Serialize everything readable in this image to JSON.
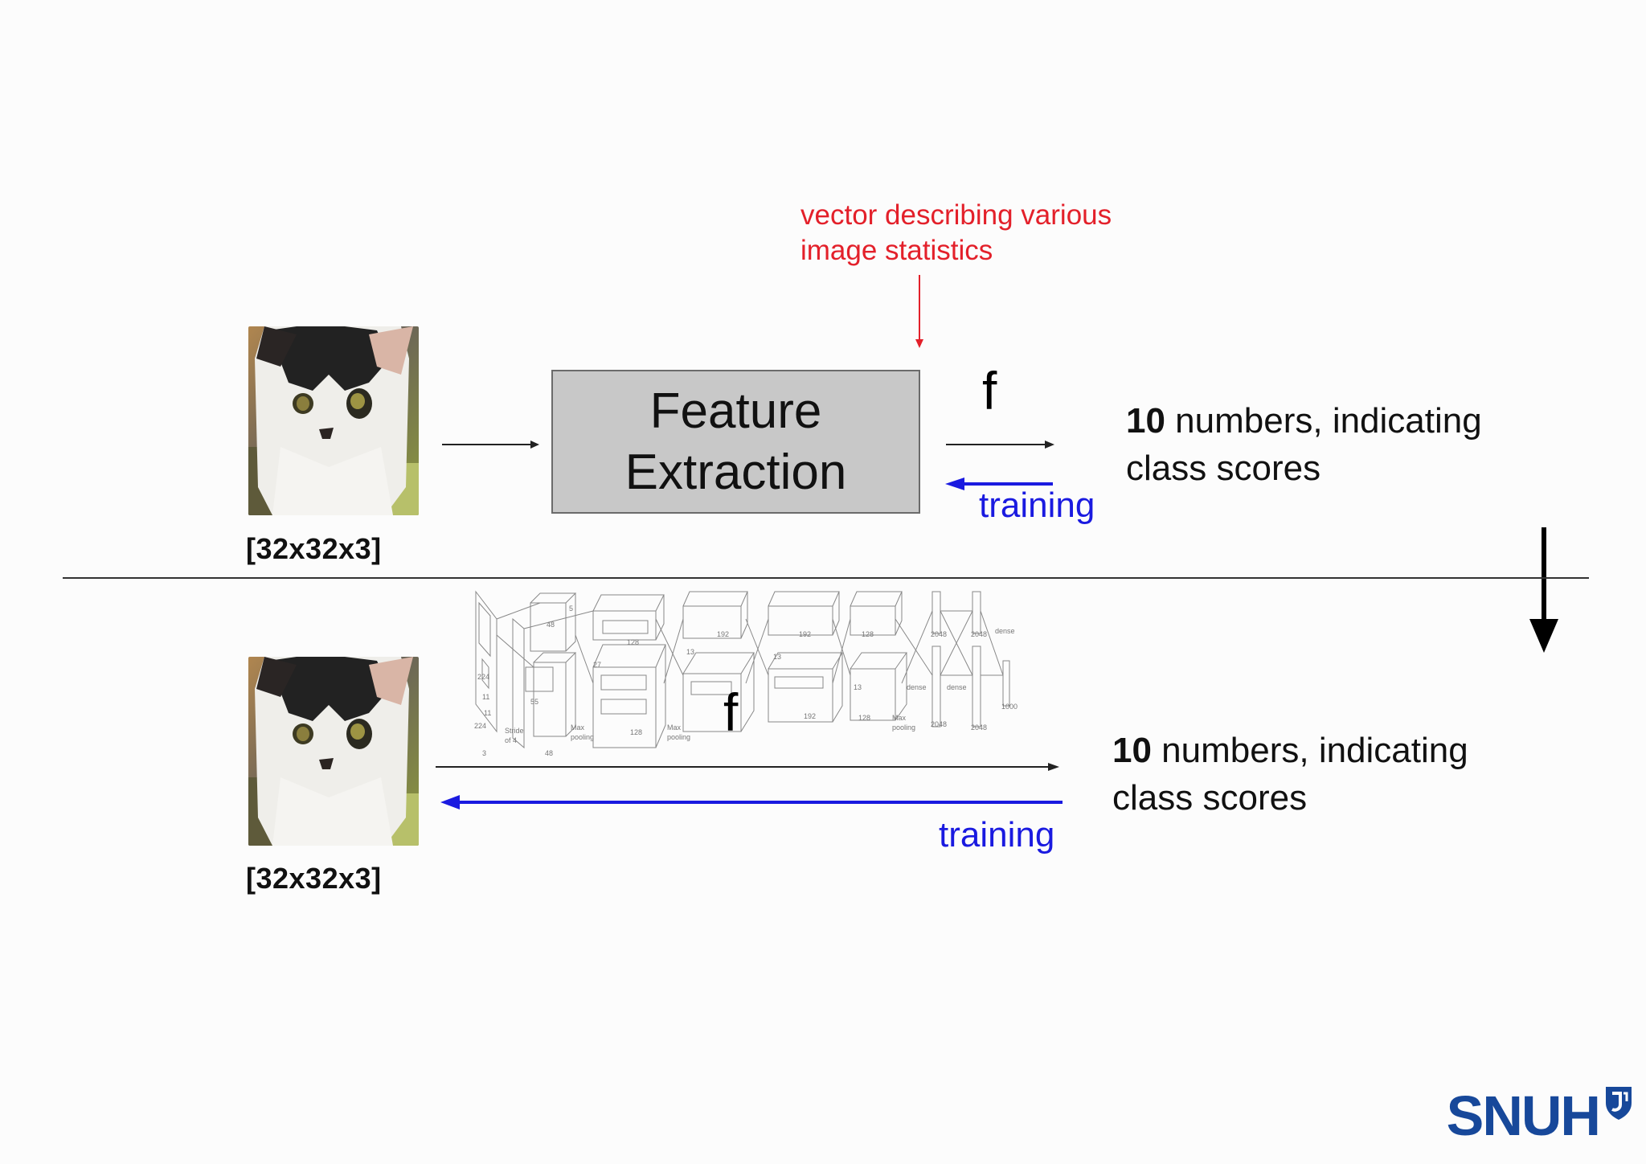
{
  "annotation": {
    "line1": "vector describing various",
    "line2": "image statistics",
    "color": "#e3202a"
  },
  "top_row": {
    "input_label": "[32x32x3]",
    "box_line1": "Feature",
    "box_line2": "Extraction",
    "function_label": "f",
    "training_label": "training",
    "output_bold": "10",
    "output_rest": " numbers, indicating",
    "output_line2": "class scores"
  },
  "bottom_row": {
    "input_label": "[32x32x3]",
    "function_label": "f",
    "training_label": "training",
    "output_bold": "10",
    "output_rest": " numbers, indicating",
    "output_line2": "class scores"
  },
  "network_labels": {
    "stride": "Stride",
    "of4": "of 4",
    "max": "Max",
    "pooling": "pooling",
    "dense": "dense",
    "n224": "224",
    "n11": "11",
    "n3": "3",
    "n55": "55",
    "n5": "5",
    "n48": "48",
    "n27": "27",
    "n128": "128",
    "n13": "13",
    "n192": "192",
    "n2048": "2048",
    "n1000": "1000"
  },
  "logo": {
    "text": "SNUH",
    "icon": "shield-icon",
    "color": "#17489a"
  },
  "colors": {
    "training_arrow": "#1a1ae0",
    "annotation": "#e3202a",
    "box_fill": "#c8c8c8"
  }
}
